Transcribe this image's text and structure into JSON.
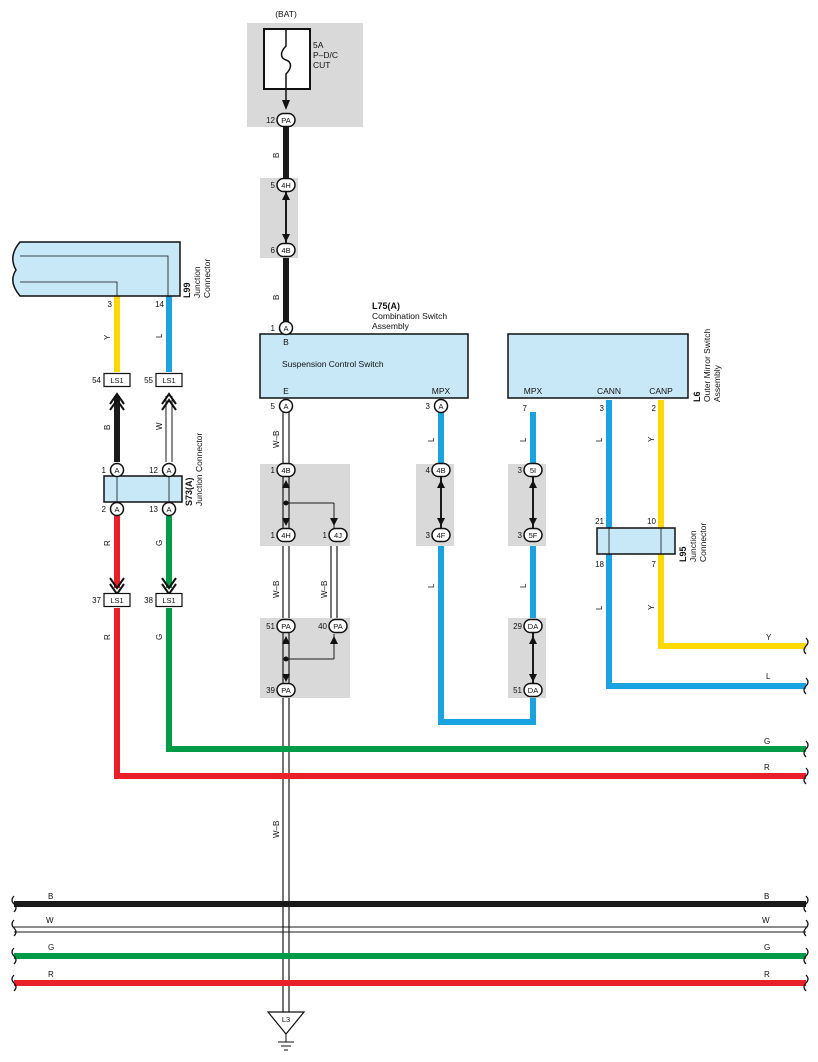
{
  "fuse": {
    "supply": "(BAT)",
    "rating": "5A",
    "name_line1": "P–D/C",
    "name_line2": "CUT"
  },
  "junction_l99": {
    "id": "L99",
    "name_line1": "Junction",
    "name_line2": "Connector",
    "pins": [
      "3",
      "14"
    ]
  },
  "combo_switch": {
    "id": "L75(A)",
    "name_line1": "Combination Switch",
    "name_line2": "Assembly",
    "inner_label": "Suspension Control Switch",
    "top_terminal": "B",
    "term_e": "E",
    "term_mpx": "MPX"
  },
  "mirror_switch": {
    "id": "L6",
    "name_line1": "Outer Mirror Switch",
    "name_line2": "Assembly",
    "term_mpx": "MPX",
    "term_cann": "CANN",
    "term_canp": "CANP"
  },
  "junction_s73": {
    "id": "S73(A)",
    "name": "Junction Connector"
  },
  "junction_l95": {
    "id": "L95",
    "name_line1": "Junction",
    "name_line2": "Connector"
  },
  "ground": {
    "id": "L3"
  },
  "connector_labels": {
    "pa": "PA",
    "h4": "4H",
    "b4": "4B",
    "a": "A",
    "ls1": "LS1",
    "j4": "4J",
    "f4": "4F",
    "i5": "5I",
    "f5": "5F",
    "da": "DA"
  },
  "pins": {
    "pa12": "12",
    "h5": "5",
    "b6": "6",
    "a1": "1",
    "a5": "5",
    "a3": "3",
    "m7": "7",
    "m3": "3",
    "m2": "2",
    "ls54": "54",
    "ls55": "55",
    "s1": "1",
    "s12": "12",
    "s2": "2",
    "s13": "13",
    "ls37": "37",
    "ls38": "38",
    "b1": "1",
    "h1": "1",
    "j1": "1",
    "b4": "4",
    "f3": "3",
    "i3": "3",
    "f53": "3",
    "pa51": "51",
    "pa40": "40",
    "pa39": "39",
    "da29": "29",
    "da51": "51",
    "l21": "21",
    "l10": "10",
    "l18": "18",
    "l7": "7"
  },
  "wire_colors": {
    "B": "B",
    "W": "W",
    "Y": "Y",
    "L": "L",
    "R": "R",
    "G": "G",
    "WB": "W–B"
  },
  "colors": {
    "black": "#1a1a1a",
    "blue": "#1aa3e0",
    "yellow": "#ffd800",
    "green": "#009b48",
    "red": "#e8202a",
    "component_fill": "#c8e8f8",
    "splice_box": "#d9d9d9"
  }
}
